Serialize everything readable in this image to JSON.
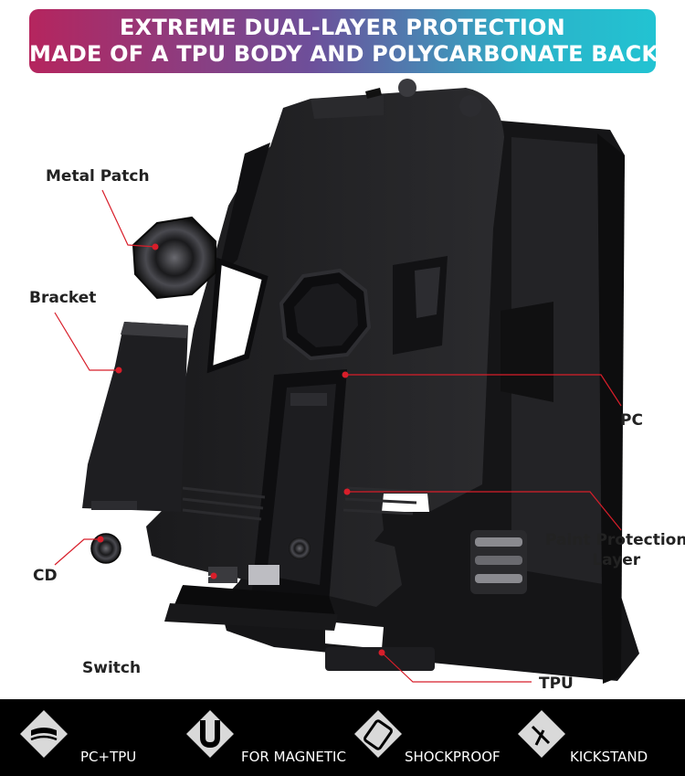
{
  "banner": {
    "line1": "EXTREME DUAL-LAYER PROTECTION",
    "line2": "MADE OF A TPU BODY AND POLYCARBONATE BACK"
  },
  "callouts": {
    "metal_patch": "Metal Patch",
    "bracket": "Bracket",
    "pc": "PC",
    "paint_line1": "Paint Protection",
    "paint_line2": "Layer",
    "cd": "CD",
    "switch": "Switch",
    "tpu": "TPU"
  },
  "features": [
    {
      "label": "PC+TPU",
      "icon": "layers-icon"
    },
    {
      "label": "FOR MAGNETIC",
      "icon": "magnet-icon"
    },
    {
      "label": "SHOCKPROOF",
      "icon": "shockproof-icon"
    },
    {
      "label": "KICKSTAND",
      "icon": "kickstand-icon"
    }
  ],
  "colors": {
    "banner_start": "#b5255e",
    "banner_end": "#22c3d2",
    "callout_line": "#d81e2a",
    "case_black": "#1c1c1e",
    "feature_bar": "#000000"
  }
}
